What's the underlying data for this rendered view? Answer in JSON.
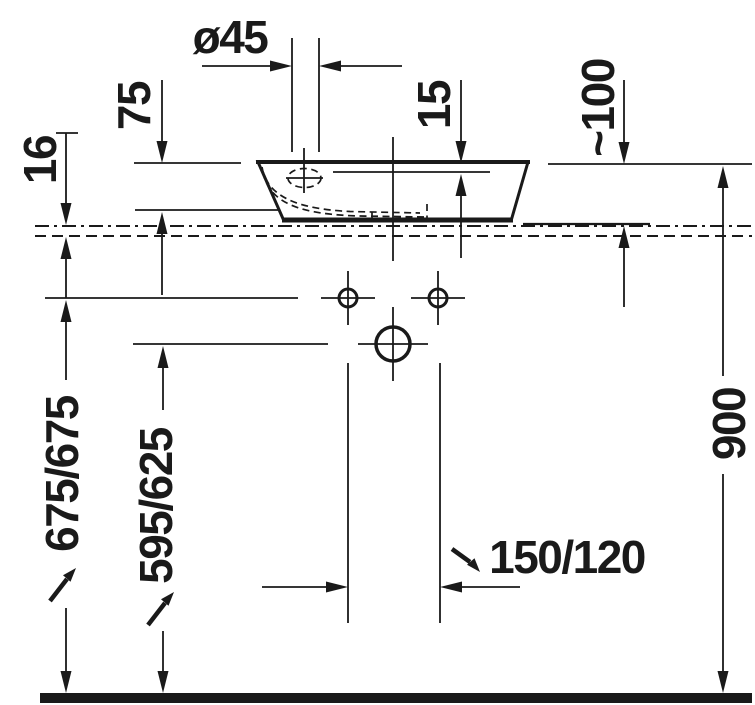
{
  "drawing": {
    "line_color": "#1a1a1a",
    "labels": {
      "drain_diameter": "ø45",
      "bowl_depth": "75",
      "panel_thickness": "16",
      "rim_height": "15",
      "basin_height_above_counter": "~100",
      "fixing_height": "675/675",
      "drain_height": "595/625",
      "counter_height": "900",
      "drain_offset": "150/120"
    }
  }
}
